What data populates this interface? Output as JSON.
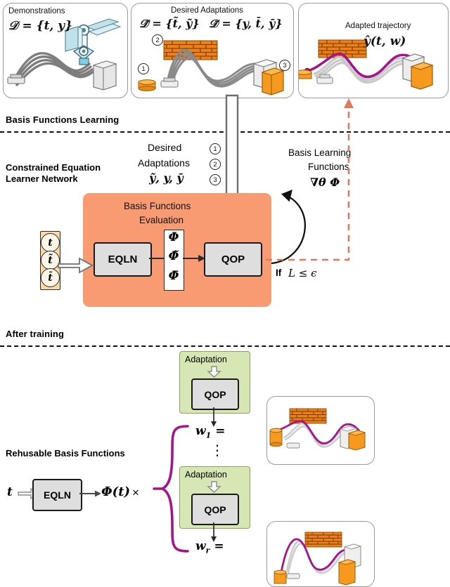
{
  "figure": {
    "type": "method-diagram",
    "title": "Constrained Equation Learner Network pipeline"
  },
  "top_panels": {
    "demonstrations": {
      "title": "Demonstrations",
      "formula": "𝒟 = {t, y}",
      "scene": "robot-arm-demonstration-trajectories"
    },
    "desired_adaptations": {
      "title": "Desired Adaptations",
      "formula_left": "𝒟̃ = {t̃, ỹ}",
      "formula_right": "𝒟̄ = {y, t̄, ȳ}",
      "markers": [
        "1",
        "2",
        "3"
      ],
      "scene": "trajectories-with-wall-and-boxes"
    },
    "adapted": {
      "title": "Adapted trajectory",
      "formula": "ŷ(t, w)",
      "scene": "adapted-magenta-trajectory"
    }
  },
  "section_basis_learning": {
    "heading": "Basis Functions Learning"
  },
  "middle": {
    "network_label_line1": "Constrained Equation",
    "network_label_line2": "Learner Network",
    "desired_label_line1": "Desired",
    "desired_label_line2": "Adaptations",
    "desired_symbols": "ỹ, y, ȳ",
    "markers": [
      "1",
      "2",
      "3"
    ],
    "basis_eval_line1": "Basis Functions",
    "basis_eval_line2": "Evaluation",
    "input_vector": [
      "t",
      "t̃",
      "t̄"
    ],
    "eqln_label": "EQLN",
    "phi_stack": [
      "Φ",
      "Φ̃",
      "Φ̄"
    ],
    "qop_label": "QOP",
    "basis_learning_line1": "Basis Learning",
    "basis_learning_line2": "Functions",
    "gradient_symbol": "∇θ Φ",
    "condition_prefix": "If",
    "condition_math": "L ≤ ϵ",
    "loop_color": "#e07a5f"
  },
  "section_after_training": {
    "heading": "After training"
  },
  "bottom": {
    "reusable_label": "Rehusable Basis Functions",
    "input_t": "t",
    "eqln_label": "EQLN",
    "phi_of_t": "Φ(t)",
    "times_symbol": "×",
    "adaptation_label": "Adaptation",
    "qop_label": "QOP",
    "weight_first": "w",
    "weight_first_sub": "1",
    "weight_last": "w",
    "weight_last_sub": "r",
    "equals": "=",
    "vdots": "⋮",
    "result_panel_top": "adapted-trajectory-scene-1",
    "result_panel_bottom": "adapted-trajectory-scene-2"
  },
  "colors": {
    "orange_block": "#f89b73",
    "green_block": "#d6e7b3",
    "gray_block": "#dedede",
    "trajectory_magenta": "#a4148c",
    "demo_gray": "#808080",
    "brick_orange": "#ef8017",
    "loop_red": "#e07a5f",
    "tvector_amber": "#fcd9a0"
  }
}
